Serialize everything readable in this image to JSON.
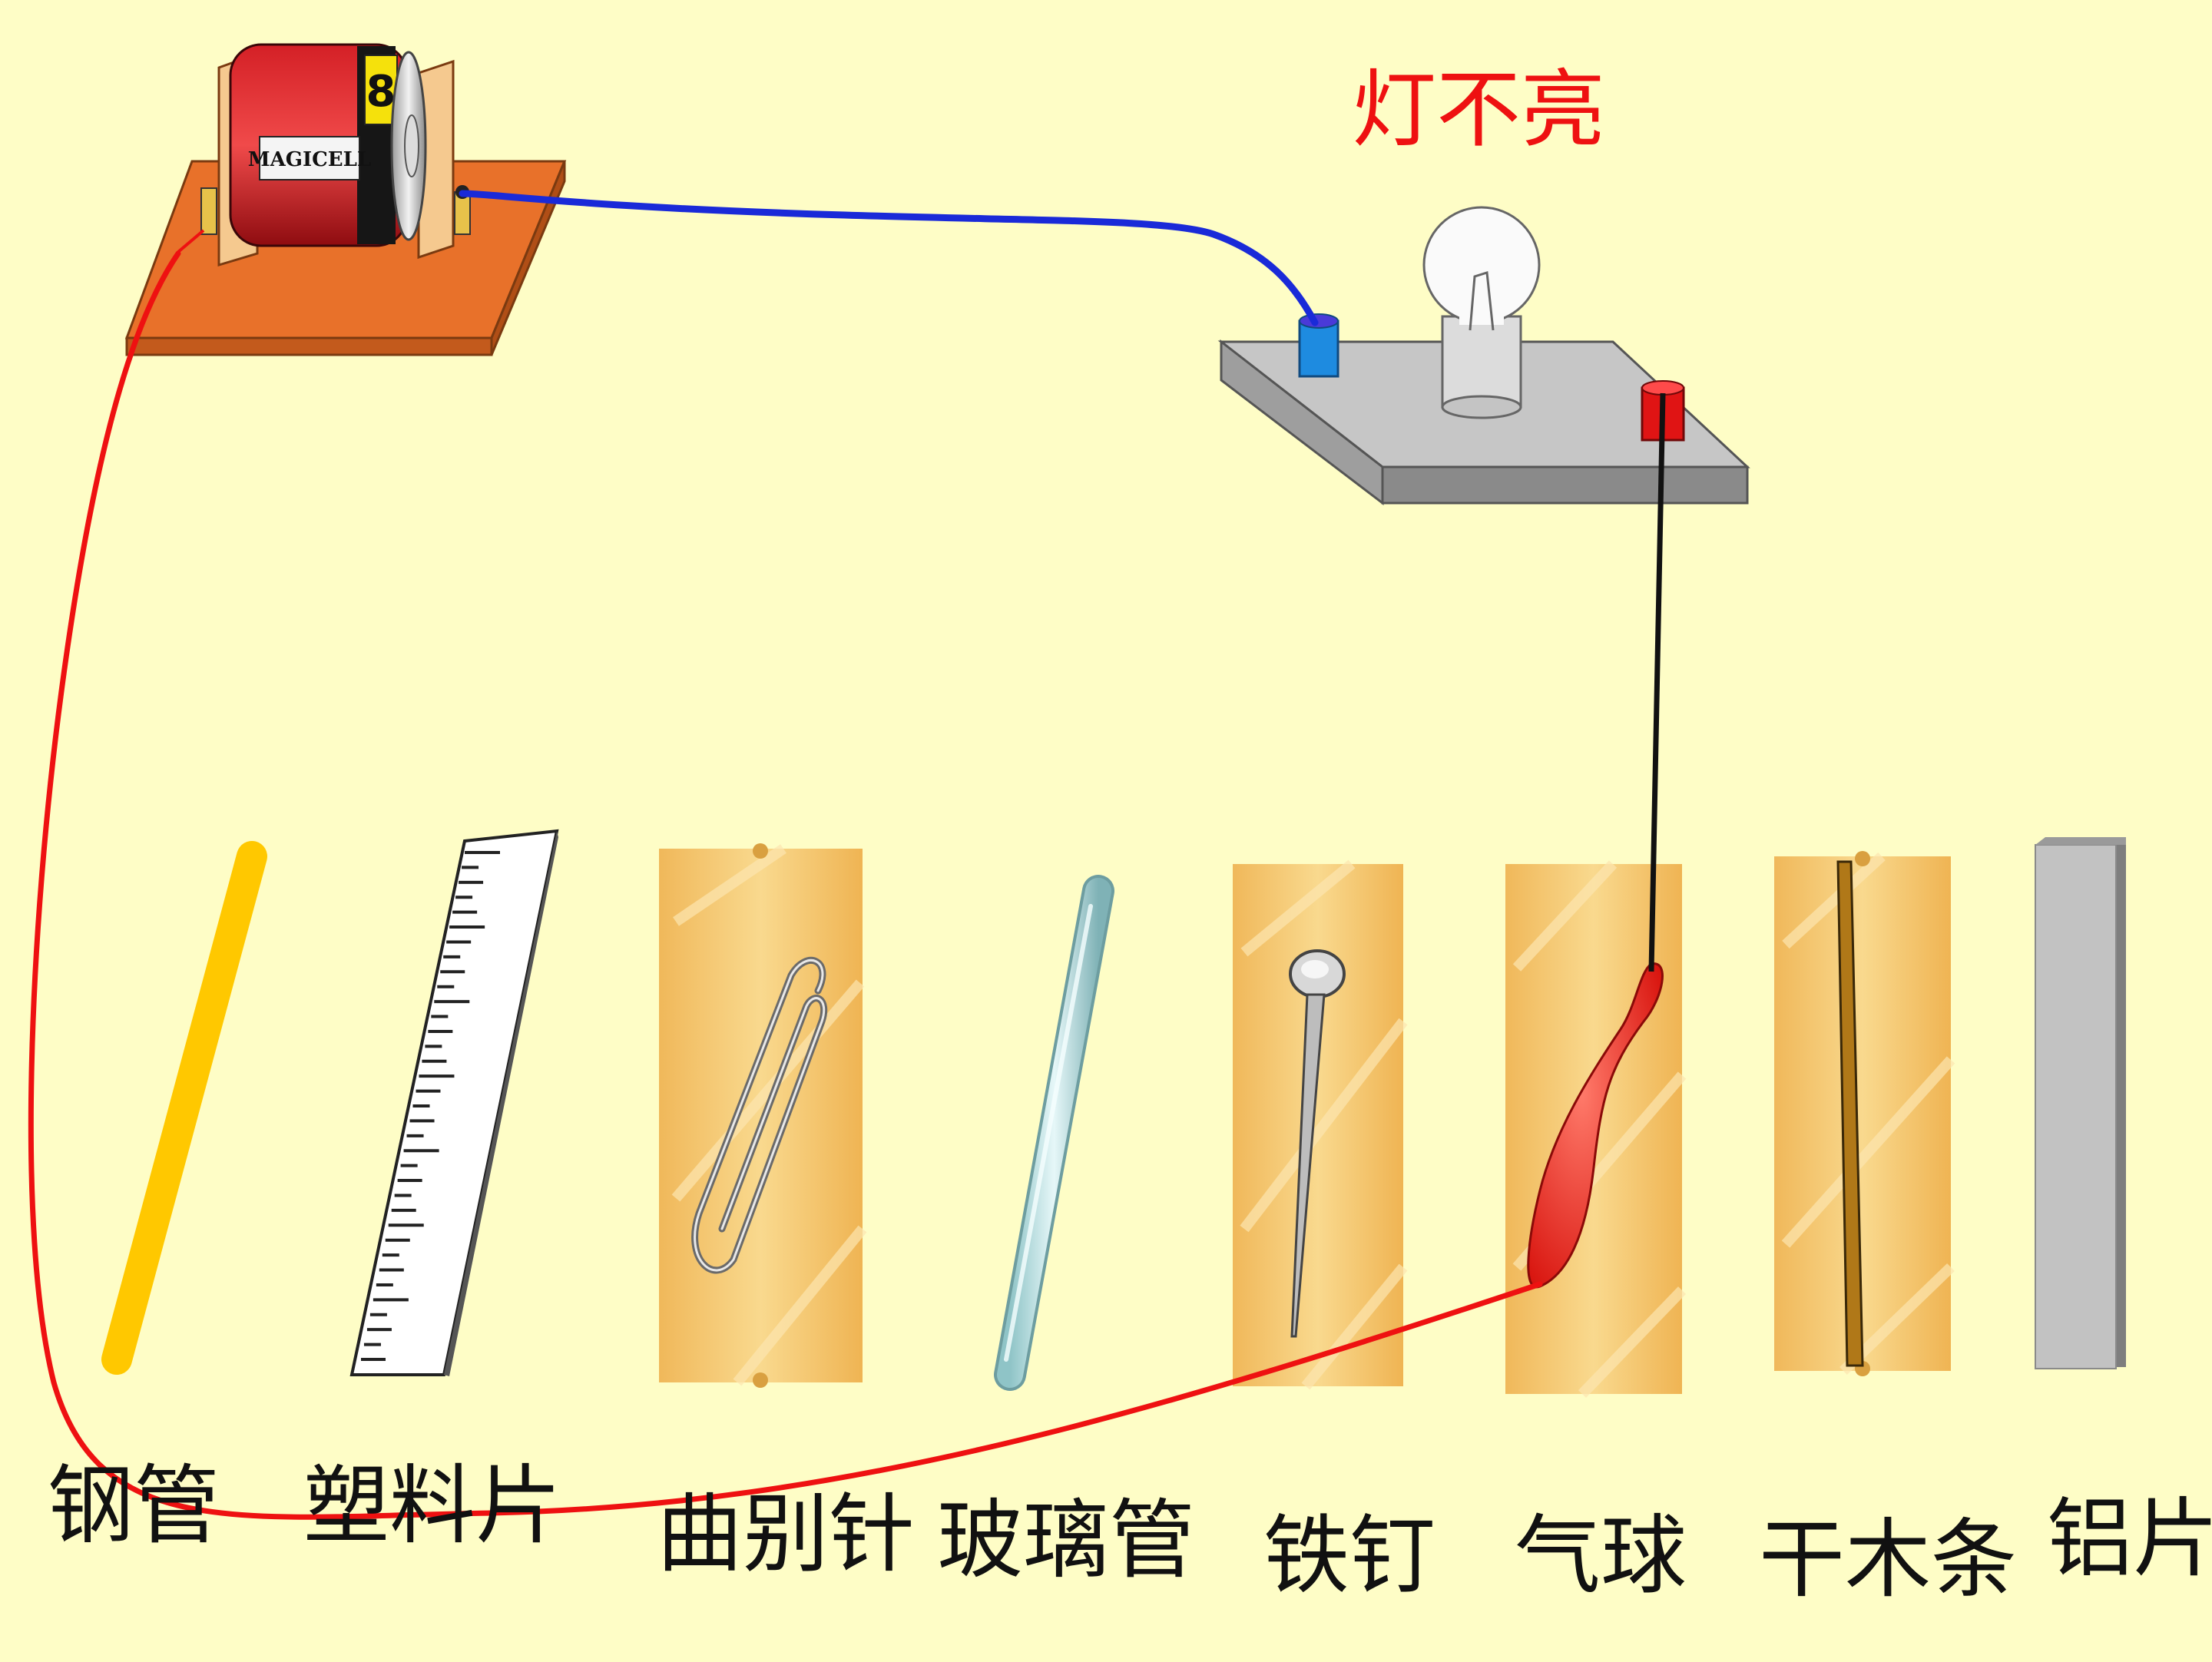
{
  "status_text": "灯不亮",
  "battery": {
    "brand": "MAGICELL"
  },
  "materials": [
    {
      "label": "钢管"
    },
    {
      "label": "塑料片"
    },
    {
      "label": "曲别针"
    },
    {
      "label": "玻璃管"
    },
    {
      "label": "铁钉"
    },
    {
      "label": "气球"
    },
    {
      "label": "干木条"
    },
    {
      "label": "铝片"
    }
  ],
  "colors": {
    "background": "#fefdc6",
    "status": "#ee1111",
    "wire_red": "#ee1111",
    "wire_blue": "#1a2ad8",
    "wire_black": "#111111",
    "battery": "#c4141c",
    "battery_base": "#e8712a",
    "lamp_base": "#c6c6c6",
    "card": "#f4c56a"
  },
  "icons": [
    "battery-icon",
    "light-bulb-icon",
    "steel-pipe-icon",
    "plastic-ruler-icon",
    "paper-clip-icon",
    "glass-tube-icon",
    "iron-nail-icon",
    "balloon-icon",
    "wood-strip-icon",
    "aluminum-sheet-icon"
  ]
}
